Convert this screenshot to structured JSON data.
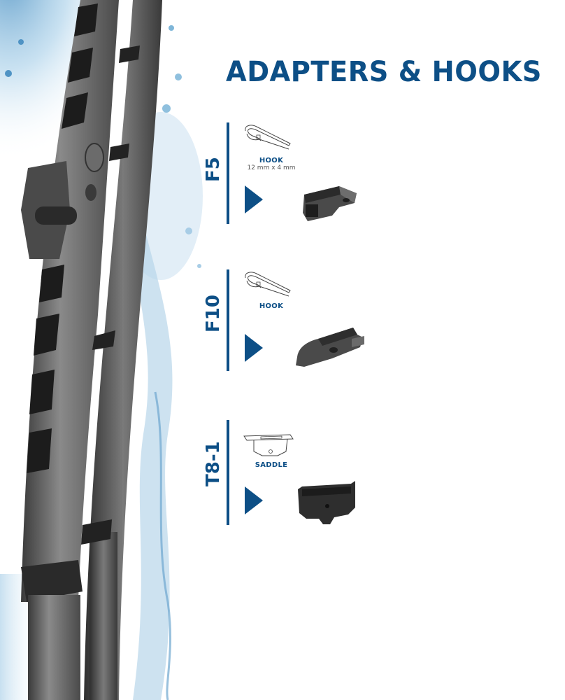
{
  "title": "ADAPTERS & HOOKS",
  "colors": {
    "brand_blue": "#0d4f86",
    "water_blue": "#7fb6d8",
    "blade_gray": "#5a5a5a",
    "adapter_dark": "#2e2e2e"
  },
  "adapters": [
    {
      "code": "F5",
      "type_label": "HOOK",
      "dimensions": "12 mm x 4 mm",
      "schematic_icon": "hook-schematic-icon",
      "part_image": "f5-adapter-image"
    },
    {
      "code": "F10",
      "type_label": "HOOK",
      "dimensions": "",
      "schematic_icon": "hook-schematic-icon",
      "part_image": "f10-adapter-image"
    },
    {
      "code": "T8-1",
      "type_label": "SADDLE",
      "dimensions": "",
      "schematic_icon": "saddle-schematic-icon",
      "part_image": "t8-1-adapter-image"
    }
  ]
}
